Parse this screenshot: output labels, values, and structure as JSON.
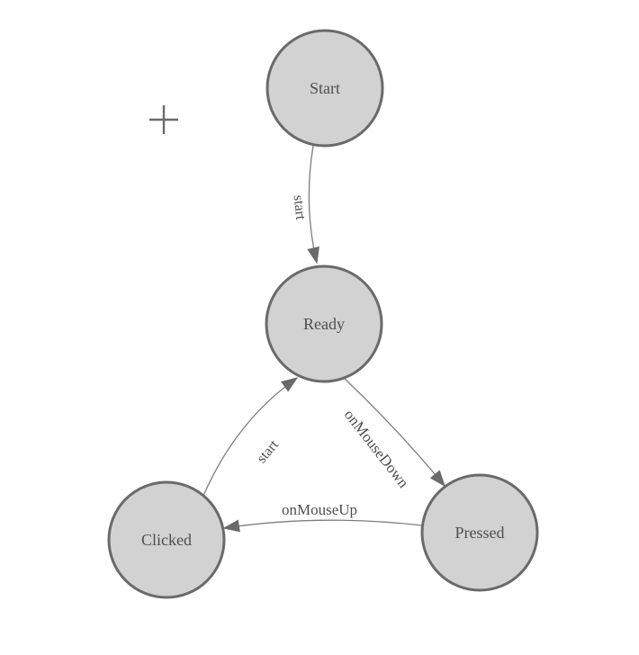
{
  "palette": {
    "canvas_background": "#ffffff",
    "node_fill": "#d2d2d2",
    "node_border": "#6a6a6a",
    "edge_line": "#7d7d7d",
    "arrow_fill": "#6a6a6a",
    "label_text": "#4e4e4e"
  },
  "diagram": {
    "type": "state-machine",
    "nodes": [
      {
        "id": "start",
        "label": "Start"
      },
      {
        "id": "ready",
        "label": "Ready"
      },
      {
        "id": "clicked",
        "label": "Clicked"
      },
      {
        "id": "pressed",
        "label": "Pressed"
      }
    ],
    "edges": [
      {
        "from": "Start",
        "to": "Ready",
        "label": "start"
      },
      {
        "from": "Clicked",
        "to": "Ready",
        "label": "start"
      },
      {
        "from": "Ready",
        "to": "Pressed",
        "label": "onMouseDown"
      },
      {
        "from": "Pressed",
        "to": "Clicked",
        "label": "onMouseUp"
      }
    ],
    "cursor_icon": "plus-crosshair"
  }
}
